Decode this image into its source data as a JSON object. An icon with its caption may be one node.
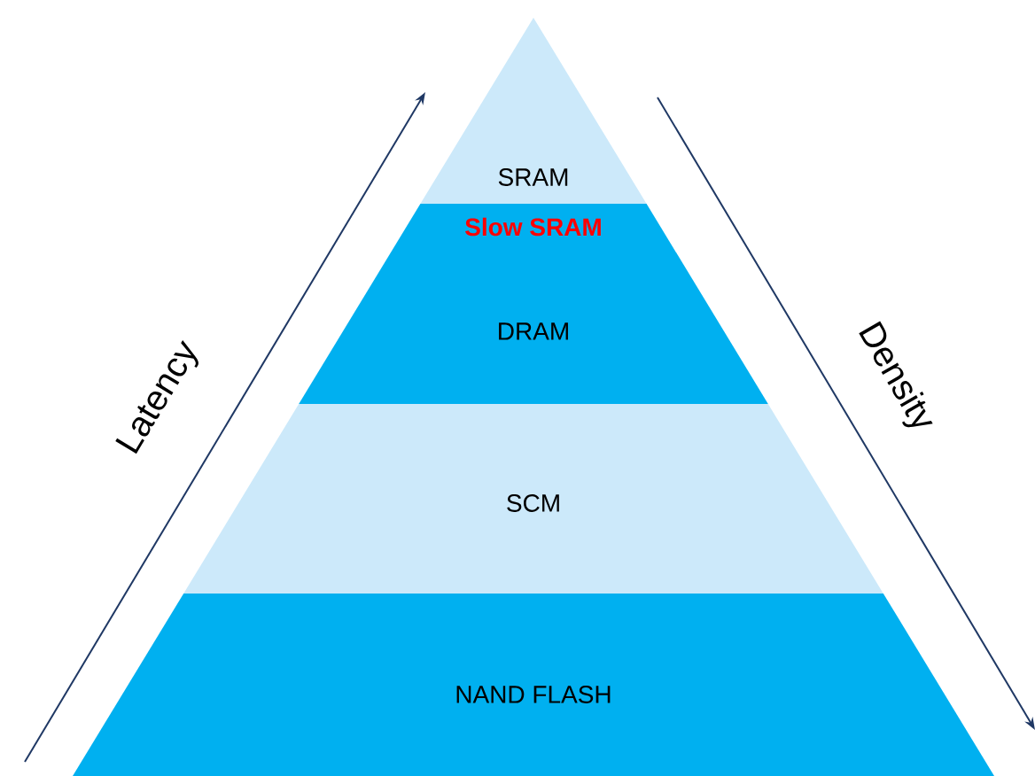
{
  "diagram": {
    "nodes": [
      {
        "text": [
          "SRAM"
        ]
      },
      {
        "text": [
          "Slow SRAM",
          "DRAM"
        ]
      },
      {
        "text": [
          "SCM"
        ]
      },
      {
        "text": [
          "NAND FLASH"
        ]
      }
    ],
    "labels": [
      "Latency",
      "Density"
    ]
  }
}
